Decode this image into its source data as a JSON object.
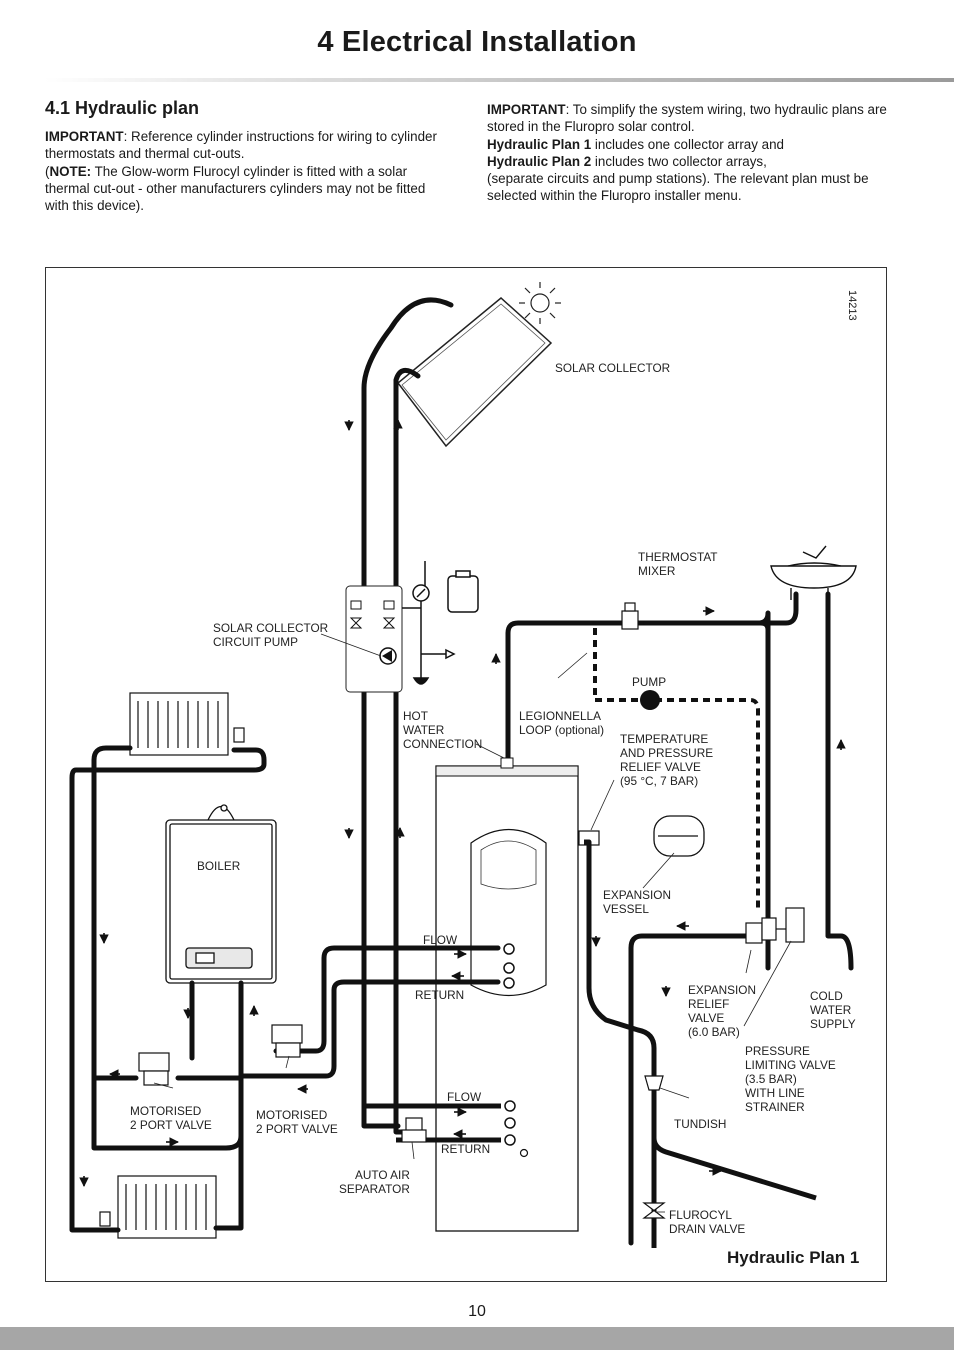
{
  "page": {
    "title": "4  Electrical Installation",
    "page_number": "10"
  },
  "section": {
    "heading": "4.1 Hydraulic plan"
  },
  "left_column": {
    "important_label": "IMPORTANT",
    "important_text": ": Reference cylinder instructions for wiring to cylinder thermostats and thermal cut-outs.",
    "note_open": "(",
    "note_label": "NOTE:",
    "note_text": " The Glow-worm Flurocyl cylinder is fitted with a solar thermal cut-out - other manufacturers cylinders may not be fitted with this device)."
  },
  "right_column": {
    "important_label": "IMPORTANT",
    "important_text": ": To simplify the system wiring, two hydraulic plans are stored in the Fluropro solar control.",
    "plan1_label": "Hydraulic Plan 1",
    "plan1_text": " includes one collector array and",
    "plan2_label": "Hydraulic Plan 2",
    "plan2_text": " includes two collector arrays,",
    "final_text": "(separate circuits and pump stations). The relevant plan must be selected within the Fluropro installer menu."
  },
  "diagram": {
    "drawing_number": "14213",
    "caption": "Hydraulic Plan 1",
    "labels": {
      "solar_collector": "SOLAR COLLECTOR",
      "thermostat_mixer": [
        "THERMOSTAT",
        "MIXER"
      ],
      "solar_pump": [
        "SOLAR COLLECTOR",
        "CIRCUIT PUMP"
      ],
      "pump": "PUMP",
      "hot_water": [
        "HOT",
        "WATER",
        "CONNECTION"
      ],
      "legionnella": [
        "LEGIONNELLA",
        "LOOP (optional)"
      ],
      "tprv": [
        "TEMPERATURE",
        "AND PRESSURE",
        "RELIEF VALVE",
        "(95 °C, 7 BAR)"
      ],
      "boiler": "BOILER",
      "expansion_vessel": [
        "EXPANSION",
        "VESSEL"
      ],
      "flow_upper": "FLOW",
      "return_upper": "RETURN",
      "expansion_relief": [
        "EXPANSION",
        "RELIEF",
        "VALVE",
        "(6.0 BAR)"
      ],
      "cold_water": [
        "COLD",
        "WATER",
        "SUPPLY"
      ],
      "pressure_limiting": [
        "PRESSURE",
        "LIMITING VALVE",
        "(3.5 BAR)",
        "WITH LINE",
        "STRAINER"
      ],
      "motorised_1": [
        "MOTORISED",
        "2 PORT VALVE"
      ],
      "motorised_2": [
        "MOTORISED",
        "2 PORT VALVE"
      ],
      "flow_lower": "FLOW",
      "return_lower": "RETURN",
      "tundish": "TUNDISH",
      "auto_air": [
        "AUTO AIR",
        "SEPARATOR"
      ],
      "flurocyl_drain": [
        "FLUROCYL",
        "DRAIN VALVE"
      ]
    }
  }
}
